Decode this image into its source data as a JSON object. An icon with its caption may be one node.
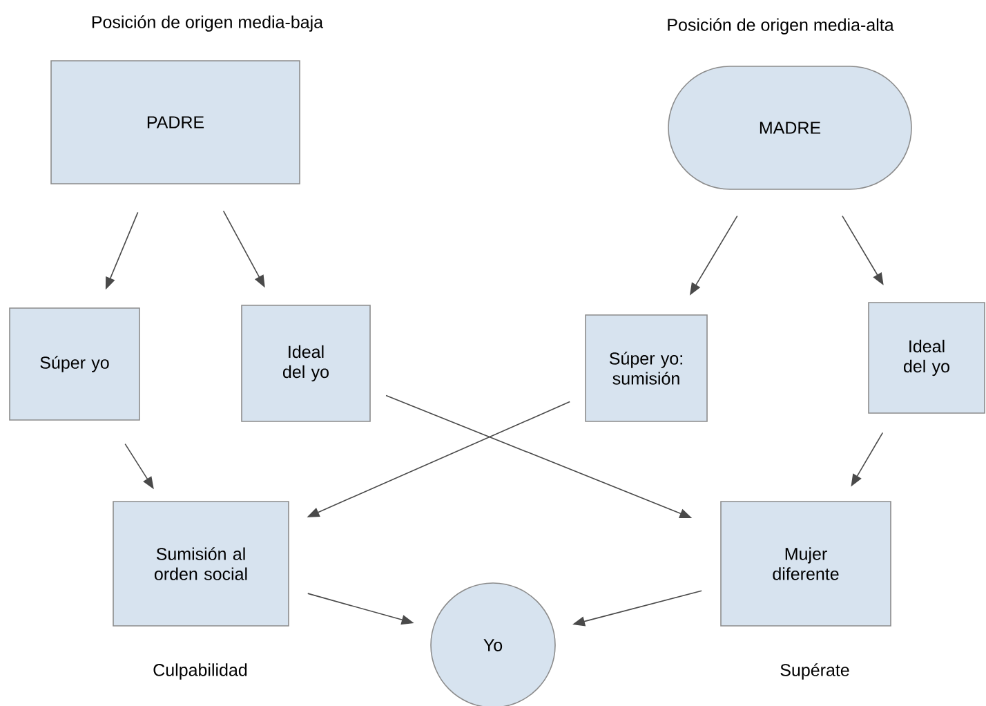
{
  "diagram": {
    "nodes": [
      {
        "text": [
          "PADRE"
        ],
        "beside": [
          "Posición de origen media-baja"
        ]
      },
      {
        "text": [
          "MADRE"
        ],
        "beside": [
          "Posición de origen media-alta"
        ]
      },
      {
        "text": [
          "Súper yo"
        ]
      },
      {
        "text": [
          "Ideal del yo"
        ]
      },
      {
        "text": [
          "Súper yo: sumisión"
        ]
      },
      {
        "text": [
          "Ideal del yo"
        ]
      },
      {
        "text": [
          "Sumisión al orden social"
        ],
        "beside": [
          "Culpabilidad"
        ]
      },
      {
        "text": [
          "Mujer diferente"
        ],
        "beside": [
          "Supérate"
        ]
      },
      {
        "text": [
          "Yo"
        ]
      }
    ],
    "edges": [
      {
        "from": 0,
        "to": 2,
        "arrow": "to"
      },
      {
        "from": 0,
        "to": 3,
        "arrow": "to"
      },
      {
        "from": 1,
        "to": 4,
        "arrow": "to"
      },
      {
        "from": 1,
        "to": 5,
        "arrow": "to"
      },
      {
        "from": 2,
        "to": 6,
        "arrow": "to"
      },
      {
        "from": 3,
        "to": 7,
        "arrow": "to"
      },
      {
        "from": 4,
        "to": 6,
        "arrow": "to"
      },
      {
        "from": 5,
        "to": 7,
        "arrow": "to"
      },
      {
        "from": 6,
        "to": 8,
        "arrow": "to"
      },
      {
        "from": 7,
        "to": 8,
        "arrow": "to"
      }
    ]
  }
}
